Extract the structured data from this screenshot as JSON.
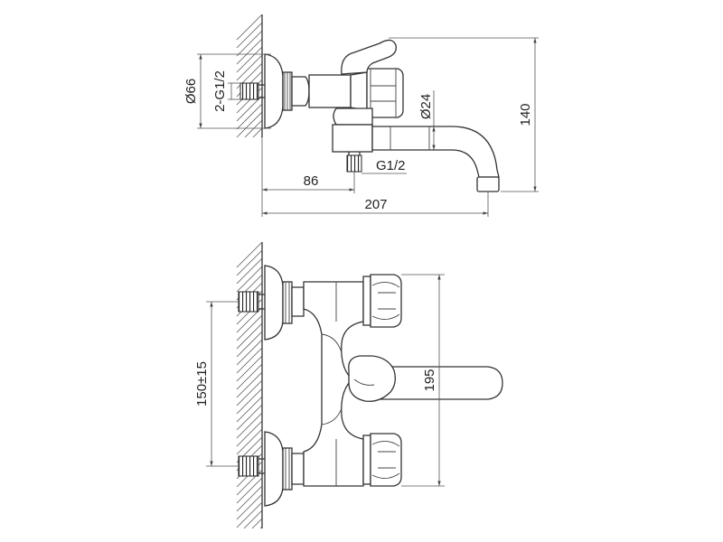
{
  "dimensions": {
    "d66": "Ø66",
    "thread_inlet": "2-G1/2",
    "d24": "Ø24",
    "height_140": "140",
    "len_86": "86",
    "thread_outlet": "G1/2",
    "len_207": "207",
    "spacing": "150±15",
    "width_195": "195"
  }
}
